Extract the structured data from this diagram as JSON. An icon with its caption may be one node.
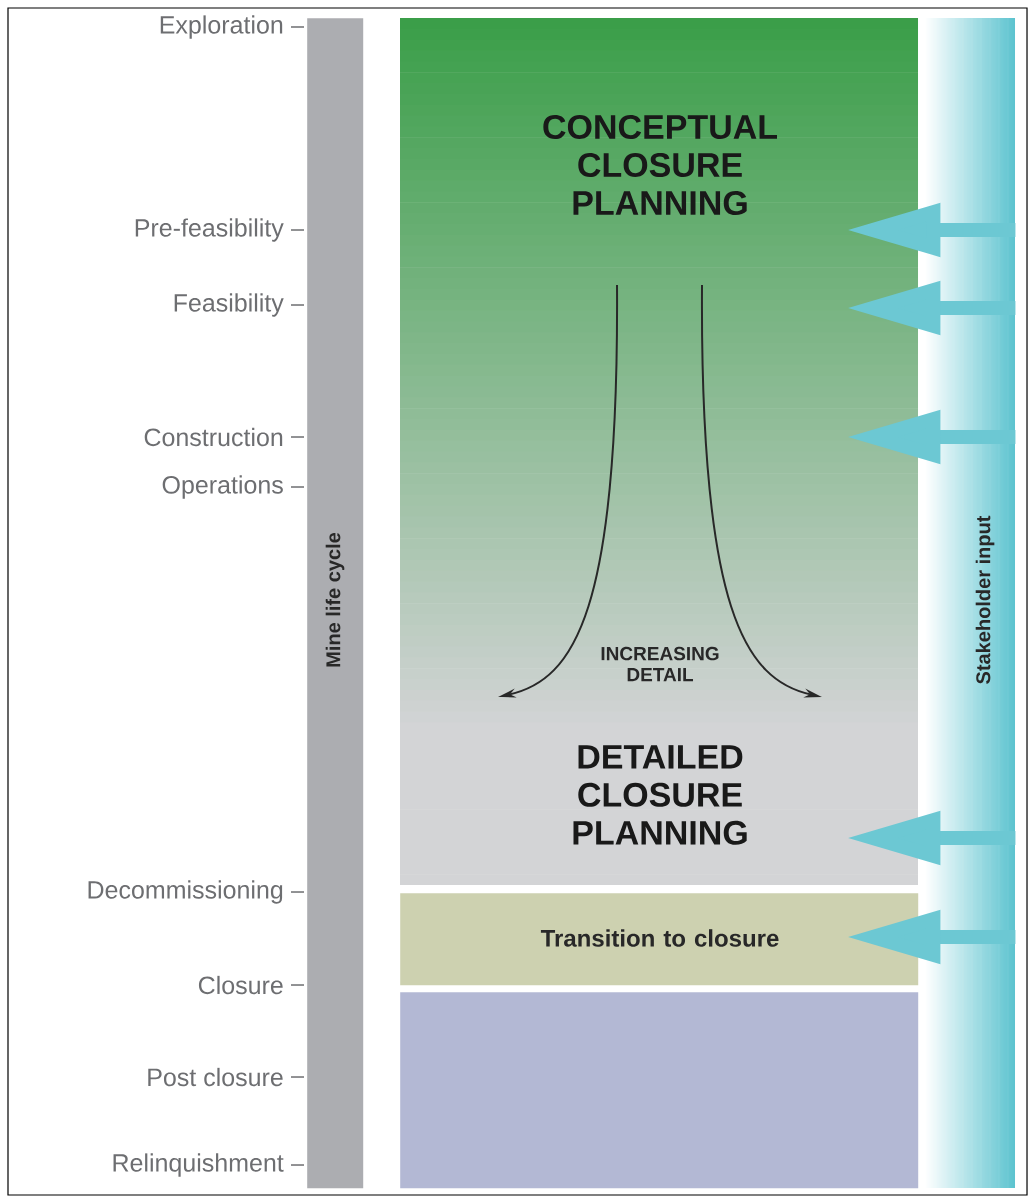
{
  "diagram": {
    "nodes": [
      {
        "text": [
          "Mine life cycle"
        ]
      },
      {
        "text": [
          "CONCEPTUAL CLOSURE PLANNING",
          "DETAILED CLOSURE PLANNING"
        ]
      },
      {
        "text": [
          "Transition to closure"
        ]
      },
      {
        "text": [],
        "shape": "box"
      },
      {
        "text": [
          "Stakeholder input"
        ]
      }
    ],
    "edges": [
      {
        "from": 4,
        "to": 1,
        "arrow": "to"
      },
      {
        "from": 4,
        "to": 1,
        "arrow": "to"
      },
      {
        "from": 4,
        "to": 1,
        "arrow": "to"
      },
      {
        "from": 4,
        "to": 1,
        "arrow": "to"
      },
      {
        "from": 4,
        "to": 2,
        "arrow": "to"
      }
    ],
    "labels": [
      "Exploration",
      "Pre-feasibility",
      "Feasibility",
      "Construction",
      "Operations",
      "Decommissioning",
      "Closure",
      "Post closure",
      "Relinquishment",
      "INCREASING DETAIL"
    ]
  }
}
